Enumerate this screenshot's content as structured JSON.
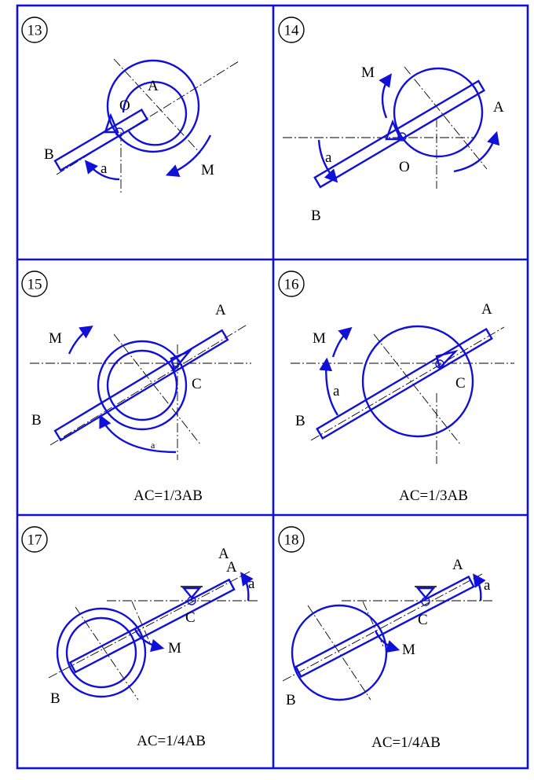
{
  "colors": {
    "mechanism": "#1010d8",
    "border": "#1010d8",
    "text": "#000000"
  },
  "panels": [
    {
      "number": "13",
      "labels": {
        "a": "A",
        "b": "B",
        "o": "O",
        "m": "M",
        "angle": "a"
      },
      "caption": ""
    },
    {
      "number": "14",
      "labels": {
        "a": "A",
        "b": "B",
        "o": "O",
        "m": "M",
        "angle": "a"
      },
      "caption": ""
    },
    {
      "number": "15",
      "labels": {
        "a": "A",
        "b": "B",
        "c": "C",
        "m": "M",
        "angle": "a"
      },
      "caption": "AC=1/3AB"
    },
    {
      "number": "16",
      "labels": {
        "a": "A",
        "b": "B",
        "c": "C",
        "m": "M",
        "angle": "a"
      },
      "caption": "AC=1/3AB"
    },
    {
      "number": "17",
      "labels": {
        "a": "A",
        "a2": "A",
        "b": "B",
        "c": "C",
        "m": "M",
        "angle": "a"
      },
      "caption": "AC=1/4AB"
    },
    {
      "number": "18",
      "labels": {
        "a": "A",
        "b": "B",
        "c": "C",
        "m": "M",
        "angle": "a"
      },
      "caption": "AC=1/4AB"
    }
  ]
}
